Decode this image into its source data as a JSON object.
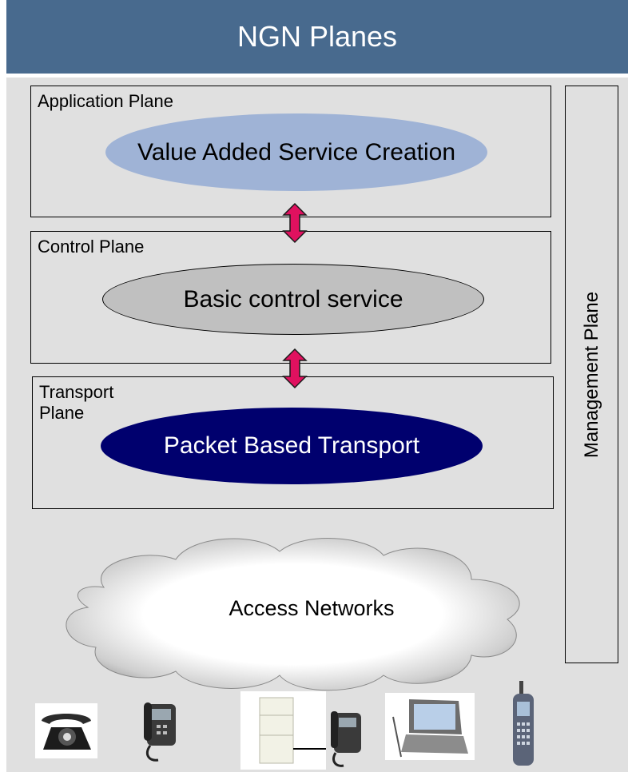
{
  "header": {
    "title": "NGN Planes"
  },
  "planes": {
    "application": {
      "label": "Application Plane",
      "service": "Value Added Service Creation"
    },
    "control": {
      "label": "Control Plane",
      "service": "Basic control service"
    },
    "transport": {
      "label": "Transport Plane",
      "service": "Packet Based Transport"
    },
    "management": {
      "label": "Management Plane"
    }
  },
  "access": {
    "label": "Access Networks"
  },
  "devices": [
    "rotary-phone-icon",
    "desk-phone-icon",
    "modem-icon",
    "ip-phone-icon",
    "pda-icon",
    "mobile-phone-icon"
  ],
  "colors": {
    "header_bg": "#486a8e",
    "app_ellipse": "#9fb3d6",
    "control_ellipse": "#c0c0c0",
    "transport_ellipse": "#00006e",
    "arrow": "#e0115f"
  }
}
